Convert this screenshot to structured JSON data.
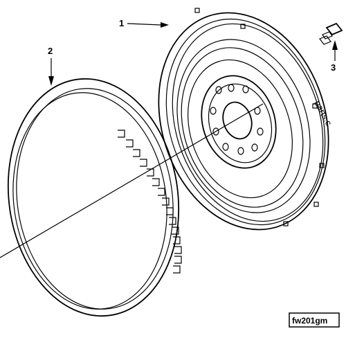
{
  "callouts": [
    {
      "label": "1"
    },
    {
      "label": "2"
    },
    {
      "label": "3"
    }
  ],
  "watermark": "parts.c",
  "figure_id": "fw201gm"
}
